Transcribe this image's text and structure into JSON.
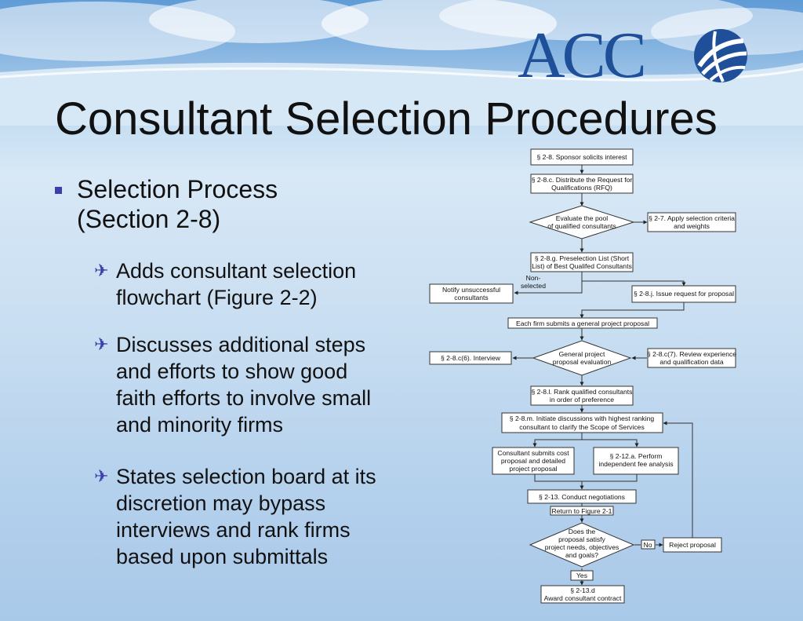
{
  "logo": {
    "text": "ACC"
  },
  "title": "Consultant Selection Procedures",
  "bullets": {
    "main": [
      "Selection Process",
      "(Section 2-8)"
    ],
    "sub": [
      {
        "lines": [
          "Adds consultant selection",
          "flowchart (Figure 2-2)"
        ]
      },
      {
        "lines": [
          "Discusses additional steps",
          "and efforts to show good",
          "faith efforts to involve small",
          "and minority firms"
        ]
      },
      {
        "lines": [
          "States selection board at its",
          "discretion may bypass",
          "interviews and rank firms",
          "based upon submittals"
        ]
      }
    ]
  },
  "flowchart": {
    "n1": [
      "§ 2-8.  Sponsor solicits interest"
    ],
    "n2": [
      "§ 2-8.c.  Distribute the Request for",
      "Qualifications (RFQ)"
    ],
    "d1": [
      "Evaluate the pool",
      "of qualified consultants"
    ],
    "n3": [
      "§ 2-7.  Apply selection criteria",
      "and weights"
    ],
    "n4": [
      "§ 2-8.g.  Preselection List (Short",
      "List) of Best Qualifed Consultants"
    ],
    "lbl_non": [
      "Non-",
      "selected"
    ],
    "n5": [
      "Notify unsuccessful",
      "consultants"
    ],
    "n6": [
      "§ 2-8.j.  Issue request for proposal"
    ],
    "n7": [
      "Each firm submits a general project proposal"
    ],
    "n8": [
      "§ 2-8.c(6).  Interview"
    ],
    "d2": [
      "General project",
      "proposal evaluation"
    ],
    "n9": [
      "§ 2-8.c(7).  Review experience",
      "and qualification data"
    ],
    "n10": [
      "§ 2-8.l.  Rank qualified consultants",
      "in order of preference"
    ],
    "n11": [
      "§ 2-8.m.  Initiate discussions with highest ranking",
      "consultant to clarify the Scope of Services"
    ],
    "n12": [
      "Consultant submits cost",
      "proposal and detailed",
      "project proposal"
    ],
    "n13": [
      "§ 2-12.a.  Perform",
      "independent fee analysis"
    ],
    "n14": [
      "§ 2-13.  Conduct negotiations"
    ],
    "n15": [
      "Return to Figure 2-1"
    ],
    "d3": [
      "Does the",
      "proposal satisfy",
      "project needs, objectives",
      "and goals?"
    ],
    "lbl_no": [
      "No"
    ],
    "n16": [
      "Reject proposal"
    ],
    "lbl_yes": [
      "Yes"
    ],
    "n17": [
      "§ 2-13.d",
      "Award consultant contract"
    ]
  }
}
